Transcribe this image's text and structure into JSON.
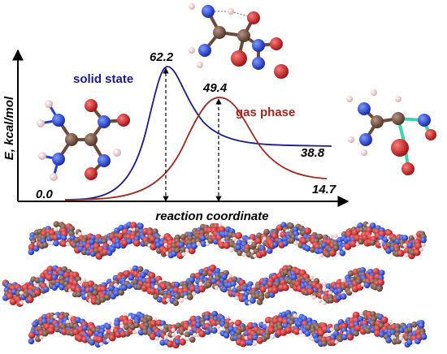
{
  "axes": {
    "ylabel": "E, kcal/mol",
    "xlabel": "reaction coordinate"
  },
  "series": [
    {
      "name": "solid state",
      "color": "#1a1a8c"
    },
    {
      "name": "gas phase",
      "color": "#a0281e"
    }
  ],
  "values": {
    "start": "0.0",
    "solid_ts": "62.2",
    "gas_ts": "49.4",
    "solid_end": "38.8",
    "gas_end": "14.7"
  },
  "atom_colors": {
    "carbon": "#6b4a3a",
    "nitrogen": "#1f3fd6",
    "oxygen": "#d61a1a",
    "hydrogen": "#f0c8c8"
  }
}
